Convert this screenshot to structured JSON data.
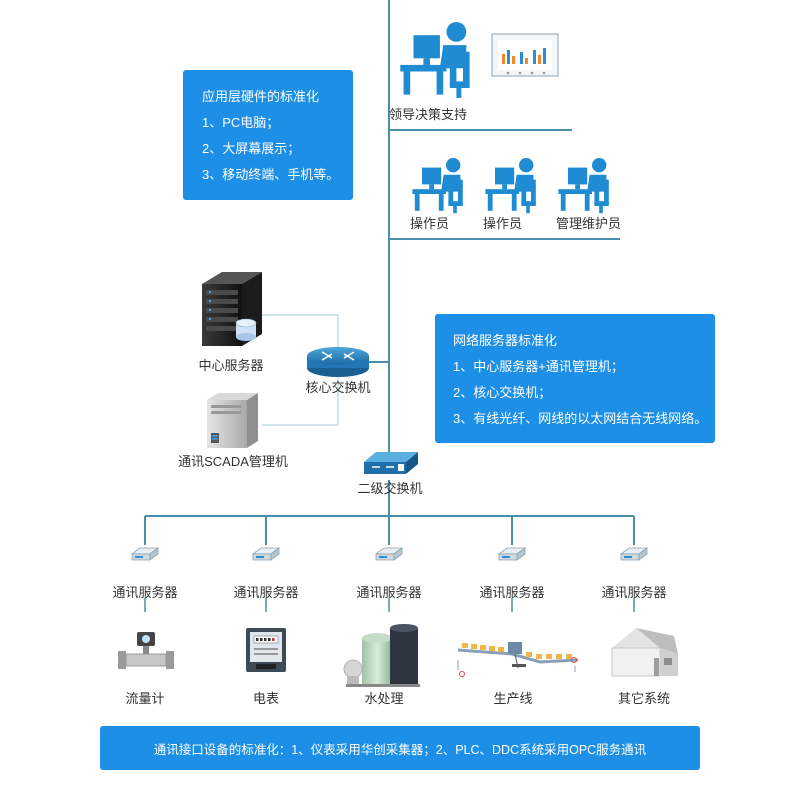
{
  "app_layer_box": {
    "title": "应用层硬件的标准化",
    "items": [
      "1、PC电脑；",
      "2、大屏幕展示；",
      "3、移动终端、手机等。"
    ]
  },
  "network_box": {
    "title": "网络服务器标准化",
    "items": [
      "1、中心服务器+通讯管理机；",
      "2、核心交换机；",
      "3、有线光纤、网线的以太网结合无线网络。"
    ]
  },
  "bottom_box": {
    "text": "通讯接口设备的标准化：1、仪表采用华创采集器；2、PLC、DDC系统采用OPC服务通讯"
  },
  "top_nodes": {
    "leader": "领导决策支持",
    "operator_1": "操作员",
    "operator_2": "操作员",
    "maintainer": "管理维护员"
  },
  "middle_nodes": {
    "center_server": "中心服务器",
    "core_switch": "核心交换机",
    "scada": "通讯SCADA管理机",
    "secondary_switch": "二级交换机"
  },
  "comm_servers": [
    "通讯服务器",
    "通讯服务器",
    "通讯服务器",
    "通讯服务器",
    "通讯服务器"
  ],
  "devices": [
    "流量计",
    "电表",
    "水处理",
    "生产线",
    "其它系统"
  ],
  "colors": {
    "accent": "#1d8fe6",
    "line": "#4a8fa8",
    "person": "#1f8bd2"
  }
}
